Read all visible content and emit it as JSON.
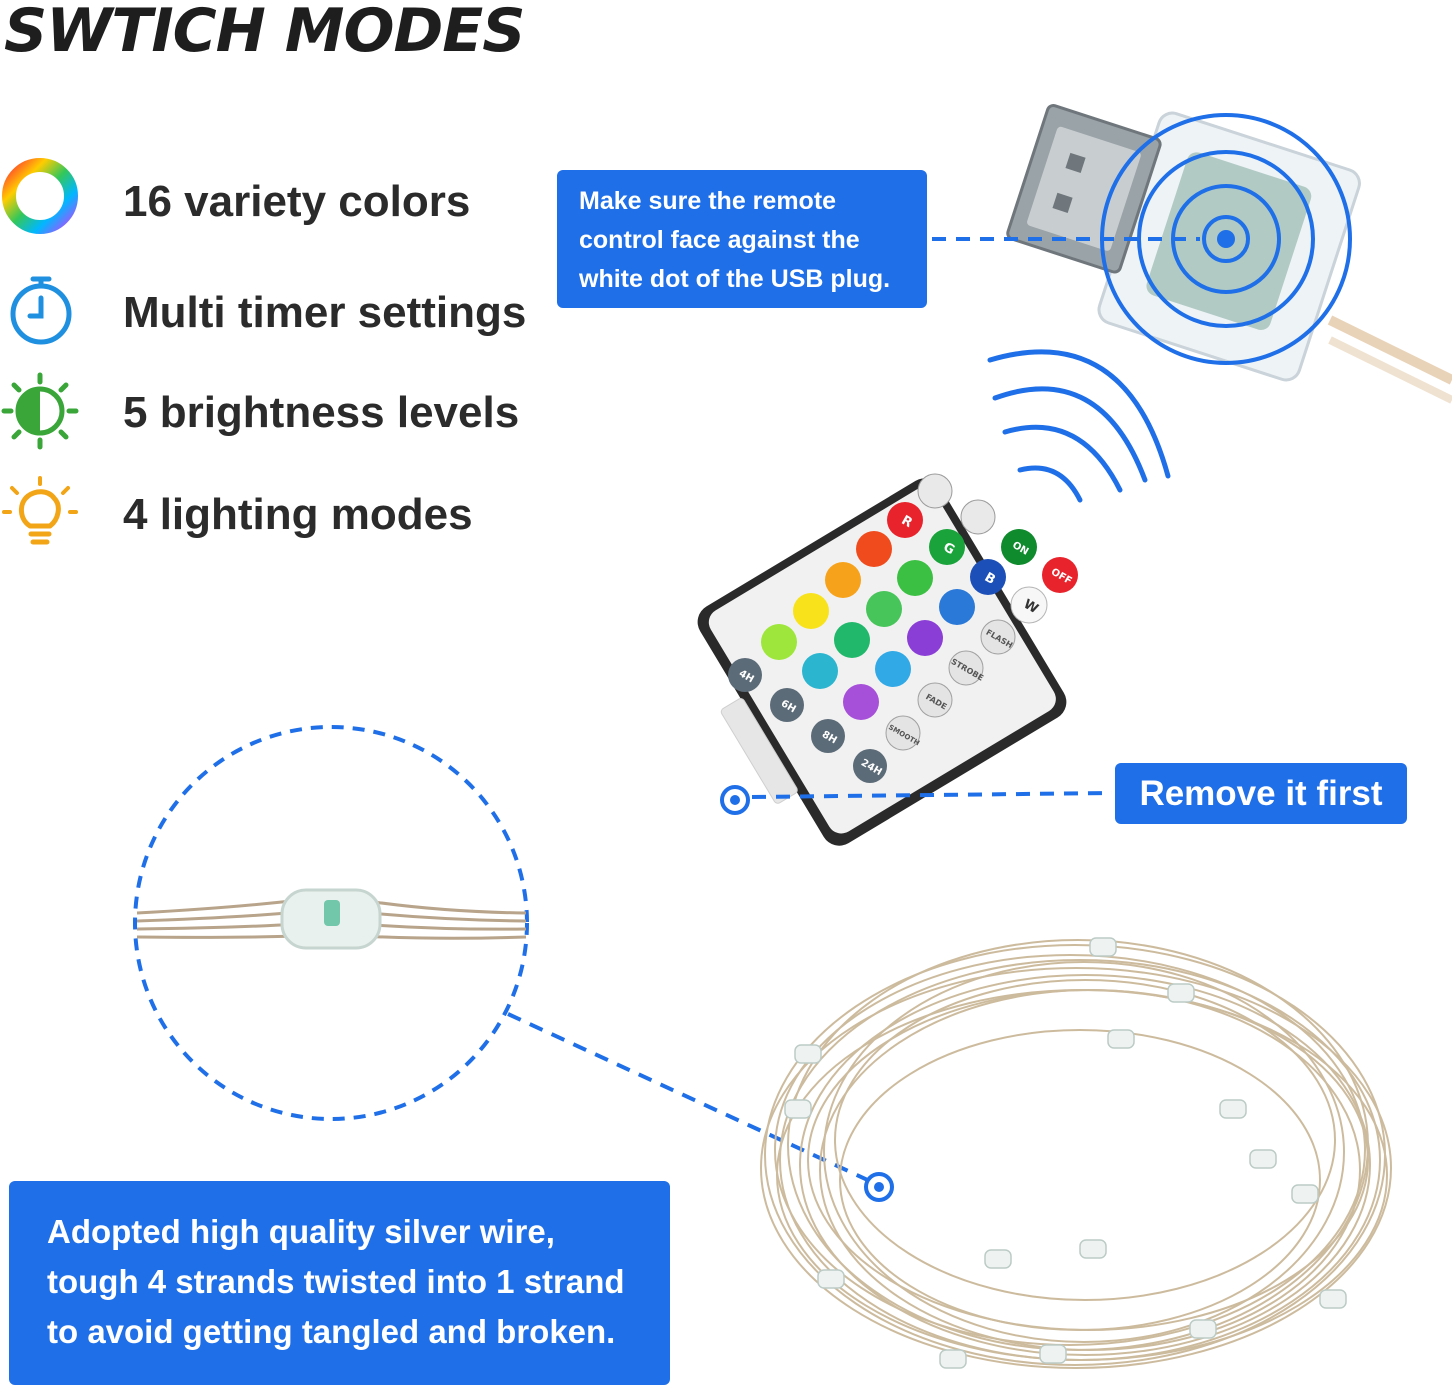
{
  "title": "SWTICH MODES",
  "features": [
    {
      "icon": "color-wheel-icon",
      "label": "16 variety colors"
    },
    {
      "icon": "timer-icon",
      "label": "Multi timer settings"
    },
    {
      "icon": "brightness-icon",
      "label": "5 brightness levels"
    },
    {
      "icon": "bulb-icon",
      "label": "4 lighting modes"
    }
  ],
  "callouts": {
    "usb": {
      "lines": [
        "Make sure the remote",
        "control face against  the",
        "white dot of the USB plug."
      ]
    },
    "remove": "Remove it first",
    "wire": {
      "lines": [
        "Adopted high quality silver wire,",
        "tough 4 strands twisted into 1 strand",
        "to avoid getting tangled and broken."
      ]
    }
  },
  "remote": {
    "buttons": {
      "r": "R",
      "g": "G",
      "b": "B",
      "w": "W",
      "on": "ON",
      "off": "OFF",
      "flash": "FLASH",
      "strobe": "STROBE",
      "fade": "FADE",
      "smooth": "SMOOTH",
      "t4": "4H",
      "t6": "6H",
      "t8": "8H",
      "t24": "24H"
    }
  },
  "colors": {
    "accent": "#1f6fe8",
    "timer": "#1f8fe0",
    "brightness": "#3aa63a",
    "bulb": "#f2a516"
  }
}
